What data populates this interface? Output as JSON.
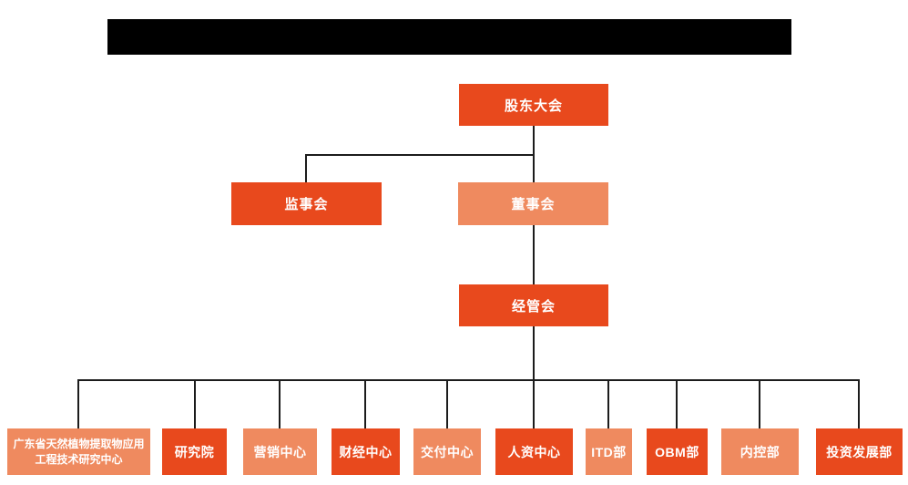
{
  "header": {
    "redacted_title_bar": {
      "description": "solid black redaction block covering the chart title",
      "color": "#000000"
    }
  },
  "colors": {
    "primary_dark": "#e8491d",
    "primary_light": "#ef8a5f",
    "connector": "#1c1c1c",
    "redaction": "#000000",
    "node_text": "#ffffff",
    "background": "#ffffff"
  },
  "chart": {
    "type": "org-chart",
    "levels": {
      "level1": {
        "label": "股东大会",
        "variant": "dark"
      },
      "level2": [
        {
          "label": "监事会",
          "variant": "dark"
        },
        {
          "label": "董事会",
          "variant": "light"
        }
      ],
      "level3": {
        "label": "经管会",
        "variant": "dark"
      },
      "level4": [
        {
          "label": "广东省天然植物提取物应用工程技术研究中心",
          "variant": "light"
        },
        {
          "label": "研究院",
          "variant": "dark"
        },
        {
          "label": "营销中心",
          "variant": "light"
        },
        {
          "label": "财经中心",
          "variant": "dark"
        },
        {
          "label": "交付中心",
          "variant": "light"
        },
        {
          "label": "人资中心",
          "variant": "dark"
        },
        {
          "label": "ITD部",
          "variant": "light"
        },
        {
          "label": "OBM部",
          "variant": "dark"
        },
        {
          "label": "内控部",
          "variant": "light"
        },
        {
          "label": "投资发展部",
          "variant": "dark"
        }
      ]
    },
    "hierarchy": {
      "root": "股东大会",
      "children_of_root": [
        "监事会",
        "董事会"
      ],
      "child_of_董事会": "经管会",
      "children_of_经管会": [
        "广东省天然植物提取物应用工程技术研究中心",
        "研究院",
        "营销中心",
        "财经中心",
        "交付中心",
        "人资中心",
        "ITD部",
        "OBM部",
        "内控部",
        "投资发展部"
      ]
    }
  }
}
